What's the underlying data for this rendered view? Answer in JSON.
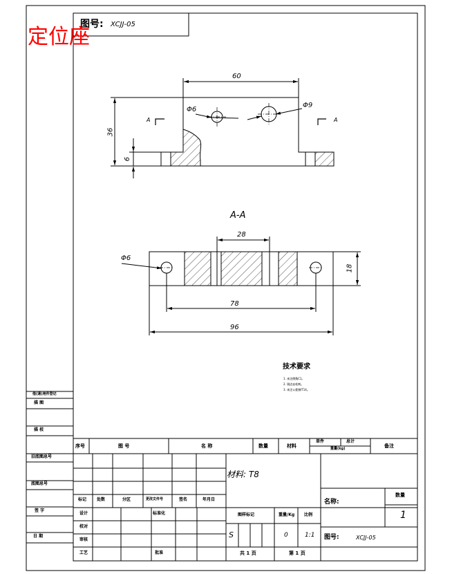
{
  "header": {
    "drawing_no_label": "图号:",
    "drawing_no": "XCJJ-05",
    "part_title": "定位座"
  },
  "drawing": {
    "top_view": {
      "dim_width": "60",
      "dim_height": "36",
      "dim_base": "6",
      "hole_small": "Φ6",
      "hole_large": "Φ9",
      "section_mark": "A"
    },
    "section_view": {
      "title": "A-A",
      "dim_slot": "28",
      "dim_hole": "Φ6",
      "dim_height": "18",
      "dim_hole_spacing": "78",
      "dim_total": "96"
    },
    "tech_req": {
      "title": "技术要求",
      "items": [
        "1. 未注倒角C1。",
        "2. 锐边去毛刺。",
        "3. 未注公差按IT14。"
      ]
    }
  },
  "left_column": {
    "r1": "借(通)用件登记",
    "r2": "描  图",
    "r3": "描  校",
    "r4": "旧底图总号",
    "r5": "底图总号",
    "r6": "签  字",
    "r7": "日  期"
  },
  "parts_list_header": {
    "seq": "序号",
    "code": "图  号",
    "name": "名  称",
    "qty": "数量",
    "material": "材料",
    "single": "单件",
    "total": "总计",
    "weight": "重量(kg)",
    "remark": "备注"
  },
  "title_block": {
    "material": "材料: T8",
    "rev_headers": [
      "标记",
      "处数",
      "分区",
      "更改文件号",
      "签名",
      "年月日"
    ],
    "sign_labels": [
      "设计",
      "校对",
      "审核",
      "工艺"
    ],
    "std_label": "标准化",
    "approve_label": "批准",
    "stage_label": "图样标记",
    "weight_label": "重量/Kg",
    "scale_label": "比例",
    "stage_mark": "S",
    "weight_value": "0",
    "scale_value": "1:1",
    "sheets_total": "共 1 页",
    "sheet_no": "第 1 页",
    "name_label": "名称:",
    "qty_label": "数量",
    "qty_value": "1",
    "drawing_no_label": "图号:",
    "drawing_no": "XCJJ-05"
  }
}
